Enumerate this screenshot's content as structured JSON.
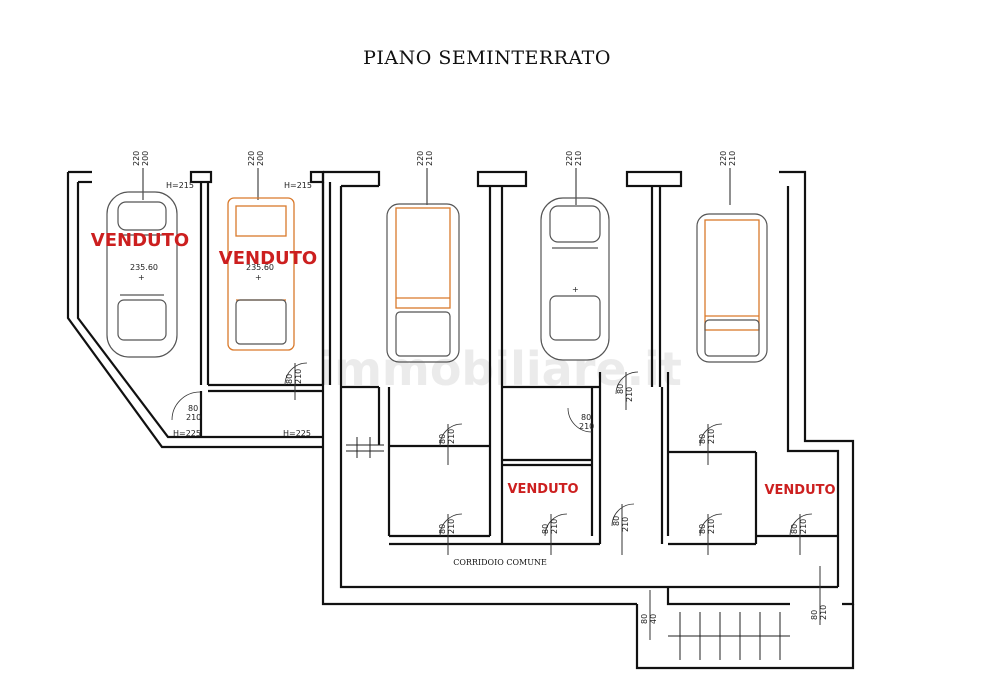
{
  "title": "PIANO SEMINTERRATO",
  "watermark": "immobiliare.it",
  "corridor_label": "CORRIDOIO COMUNE",
  "sold_label": "VENDUTO",
  "garage_heights": {
    "h215": "H=215",
    "h225": "H=225"
  },
  "garage_doors": [
    {
      "width": "220",
      "height": "200"
    },
    {
      "width": "220",
      "height": "200"
    },
    {
      "width": "220",
      "height": "210"
    },
    {
      "width": "220",
      "height": "210"
    },
    {
      "width": "220",
      "height": "210"
    }
  ],
  "floor_levels": [
    "235.60",
    "235.60"
  ],
  "door_dims": {
    "w80": "80",
    "h210": "210",
    "h40": "40"
  },
  "colors": {
    "sold": "#cc1f1f",
    "car_outline_orange": "#d9792b",
    "car_outline_gray": "#555555"
  }
}
